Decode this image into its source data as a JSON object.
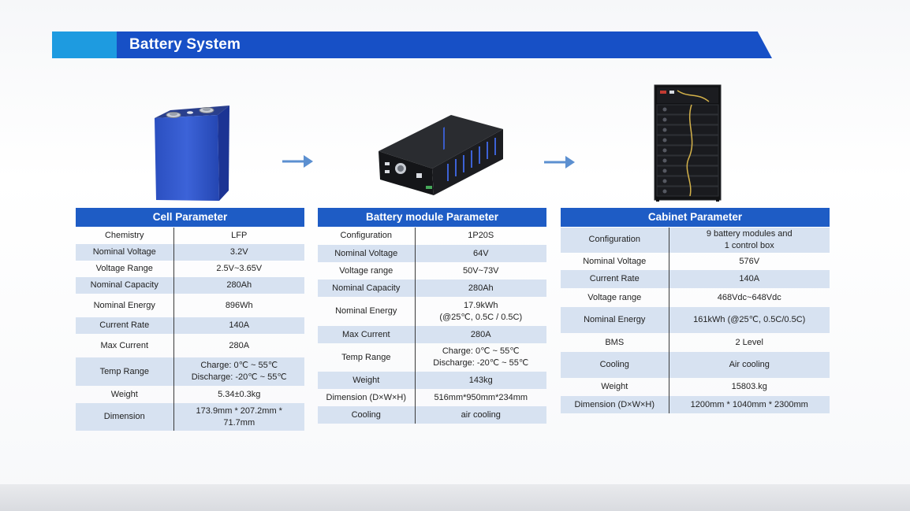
{
  "banner": {
    "title": "Battery System"
  },
  "colors": {
    "banner_blue": "#1750c6",
    "banner_accent": "#1e9be0",
    "header_blue": "#1e5cc5",
    "row_alt": "#d7e2f1",
    "arrow": "#5b8fd0"
  },
  "icons": [
    "battery-cell-image",
    "battery-module-image",
    "battery-cabinet-image",
    "right-arrow-icon"
  ],
  "tables": {
    "cell": {
      "title": "Cell Parameter",
      "rows": [
        {
          "label": "Chemistry",
          "value": "LFP"
        },
        {
          "label": "Nominal Voltage",
          "value": "3.2V"
        },
        {
          "label": "Voltage Range",
          "value": "2.5V~3.65V"
        },
        {
          "label": "Nominal Capacity",
          "value": "280Ah"
        },
        {
          "label": "Nominal Energy",
          "value": "896Wh"
        },
        {
          "label": "Current Rate",
          "value": "140A"
        },
        {
          "label": "Max  Current",
          "value": "280A"
        },
        {
          "label": "Temp Range",
          "value": "Charge: 0℃ ~ 55℃\nDischarge: -20℃ ~ 55℃"
        },
        {
          "label": "Weight",
          "value": "5.34±0.3kg"
        },
        {
          "label": "Dimension",
          "value": "173.9mm * 207.2mm *\n71.7mm"
        }
      ]
    },
    "module": {
      "title": "Battery module Parameter",
      "rows": [
        {
          "label": "Configuration",
          "value": "1P20S"
        },
        {
          "label": "Nominal Voltage",
          "value": "64V"
        },
        {
          "label": "Voltage range",
          "value": "50V~73V"
        },
        {
          "label": "Nominal Capacity",
          "value": "280Ah"
        },
        {
          "label": "Nominal Energy",
          "value": "17.9kWh\n(@25℃, 0.5C / 0.5C)"
        },
        {
          "label": "Max  Current",
          "value": "280A"
        },
        {
          "label": "Temp Range",
          "value": "Charge: 0℃ ~ 55℃\nDischarge: -20℃ ~ 55℃"
        },
        {
          "label": "Weight",
          "value": "143kg"
        },
        {
          "label": "Dimension (D×W×H)",
          "value": "516mm*950mm*234mm"
        },
        {
          "label": "Cooling",
          "value": "air cooling"
        }
      ]
    },
    "cabinet": {
      "title": "Cabinet Parameter",
      "rows": [
        {
          "label": "Configuration",
          "value": "9 battery modules and\n1 control box"
        },
        {
          "label": "Nominal Voltage",
          "value": "576V"
        },
        {
          "label": "Current Rate",
          "value": "140A"
        },
        {
          "label": "Voltage range",
          "value": "468Vdc~648Vdc"
        },
        {
          "label": "Nominal Energy",
          "value": "161kWh (@25℃, 0.5C/0.5C)"
        },
        {
          "label": "BMS",
          "value": "2 Level"
        },
        {
          "label": "Cooling",
          "value": "Air cooling"
        },
        {
          "label": "Weight",
          "value": "15803.kg"
        },
        {
          "label": "Dimension (D×W×H)",
          "value": "1200mm * 1040mm * 2300mm"
        }
      ]
    }
  }
}
